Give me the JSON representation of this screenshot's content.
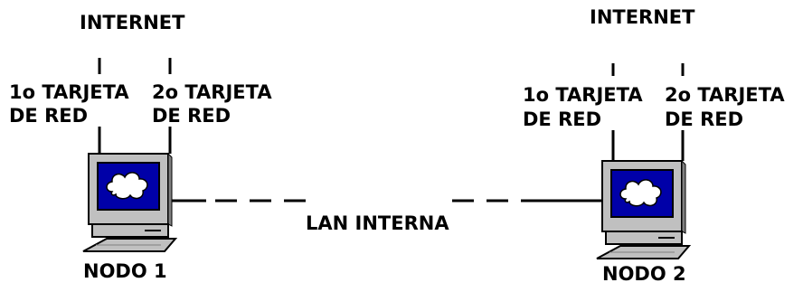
{
  "node1": {
    "internet_label": "INTERNET",
    "nic1_line1": "1o TARJETA",
    "nic1_line2": "DE RED",
    "nic2_line1": "2o TARJETA",
    "nic2_line2": "DE RED",
    "name": "NODO 1"
  },
  "node2": {
    "internet_label": "INTERNET",
    "nic1_line1": "1o TARJETA",
    "nic1_line2": "DE RED",
    "nic2_line1": "2o TARJETA",
    "nic2_line2": "DE RED",
    "name": "NODO 2"
  },
  "lan_label": "LAN INTERNA",
  "colors": {
    "screen": "#0000a8",
    "cloud": "#ffffff",
    "case": "#c0c0c0",
    "shadow": "#808080",
    "line": "#000000"
  },
  "icons": {
    "computer": "computer-icon",
    "cloud": "cloud-icon"
  }
}
